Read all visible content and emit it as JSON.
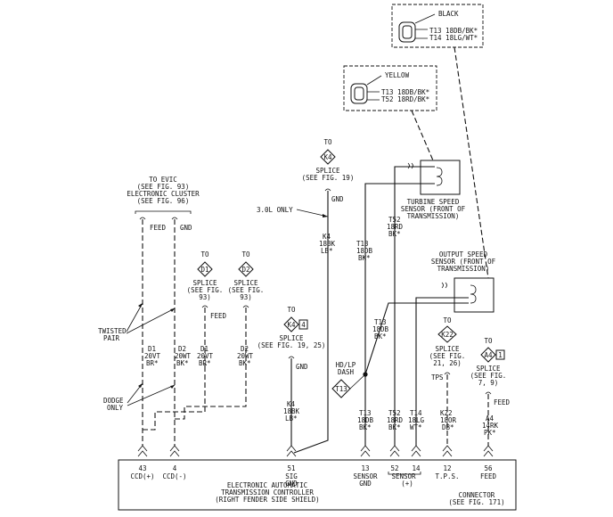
{
  "connector_black": {
    "color_label": "BLACK",
    "pin_lines": [
      "T13 18DB/BK*",
      "T14 18LG/WT*"
    ]
  },
  "connector_yellow": {
    "color_label": "YELLOW",
    "pin_lines": [
      "T13 18DB/BK*",
      "T52 18RD/BK*"
    ]
  },
  "turbine_sensor": {
    "lines": [
      "TURBINE SPEED",
      "SENSOR (FRONT OF",
      "TRANSMISSION)"
    ]
  },
  "output_sensor": {
    "lines": [
      "OUTPUT SPEED",
      "SENSOR (FRONT OF",
      "TRANSMISSION)"
    ]
  },
  "evic": {
    "lines": [
      "TO EVIC",
      "(SEE FIG. 93)",
      "ELECTRONIC CLUSTER",
      "(SEE FIG. 96)"
    ],
    "feed": "FEED",
    "gnd": "GND"
  },
  "splice_k4_top": {
    "to": "TO",
    "tag": "K4",
    "lines": [
      "SPLICE",
      "(SEE FIG. 19)"
    ],
    "gnd": "GND"
  },
  "engine_note": "3.0L ONLY",
  "splice_d1": {
    "to": "TO",
    "tag": "D1",
    "lines": [
      "SPLICE",
      "(SEE FIG.",
      "93)"
    ],
    "feed": "FEED"
  },
  "splice_d2": {
    "to": "TO",
    "tag": "D2",
    "lines": [
      "SPLICE",
      "(SEE FIG.",
      "93)"
    ]
  },
  "splice_k4_low": {
    "to": "TO",
    "tag": "K4",
    "num": "4",
    "lines": [
      "SPLICE",
      "(SEE FIG. 19, 25)"
    ],
    "gnd": "GND"
  },
  "splice_k22": {
    "to": "TO",
    "tag": "K22",
    "lines": [
      "SPLICE",
      "(SEE FIG.",
      "21, 26)"
    ],
    "tps": "TPS"
  },
  "splice_a4": {
    "to": "TO",
    "tag": "A4",
    "num": "1",
    "lines": [
      "SPLICE",
      "(SEE FIG.",
      "7, 9)"
    ],
    "feed": "FEED"
  },
  "twisted_pair": [
    "TWISTED",
    "PAIR"
  ],
  "dodge_only": [
    "DODGE",
    "ONLY"
  ],
  "hd_lp": [
    "HD/LP",
    "DASH"
  ],
  "hd_tag": "T13",
  "wires": {
    "d1_top": [
      "D1",
      "20VT",
      "BR*"
    ],
    "d2_top": [
      "D2",
      "20WT",
      "BK*"
    ],
    "d1_mid": [
      "D1",
      "20VT",
      "BR*"
    ],
    "d2_mid": [
      "D2",
      "20WT",
      "BK*"
    ],
    "k4_upper": [
      "K4",
      "18BK",
      "LB*"
    ],
    "k4_lower": [
      "K4",
      "18BK",
      "LB*"
    ],
    "t13_upper": [
      "T13",
      "18DB",
      "BK*"
    ],
    "t52_upper": [
      "T52",
      "18RD",
      "BK*"
    ],
    "t13_mid": [
      "T13",
      "18DB",
      "BK*"
    ],
    "t13_bot": [
      "T13",
      "18DB",
      "BK*"
    ],
    "t52_bot": [
      "T52",
      "18RD",
      "BK*"
    ],
    "t14_bot": [
      "T14",
      "18LG",
      "WT*"
    ],
    "k22_bot": [
      "K22",
      "18OR",
      "DB*"
    ],
    "a4_bot": [
      "A4",
      "14RK",
      "PK*"
    ]
  },
  "pins": [
    {
      "num": "43",
      "label": [
        "CCD(+)"
      ]
    },
    {
      "num": "4",
      "label": [
        "CCD(-)"
      ]
    },
    {
      "num": "51",
      "label": [
        "SIG",
        "GND"
      ]
    },
    {
      "num": "13",
      "label": [
        "SENSOR",
        "GND"
      ]
    },
    {
      "num": "52",
      "label": [
        "SENSOR"
      ]
    },
    {
      "num": "14",
      "label": [
        "(+)"
      ]
    },
    {
      "num": "12",
      "label": [
        "T.P.S."
      ]
    },
    {
      "num": "56",
      "label": [
        "FEED"
      ]
    }
  ],
  "controller": {
    "lines": [
      "ELECTRONIC AUTOMATIC",
      "TRANSMISSION CONTROLLER",
      "(RIGHT FENDER SIDE SHIELD)"
    ],
    "connector": [
      "CONNECTOR",
      "(SEE FIG. 171)"
    ]
  }
}
